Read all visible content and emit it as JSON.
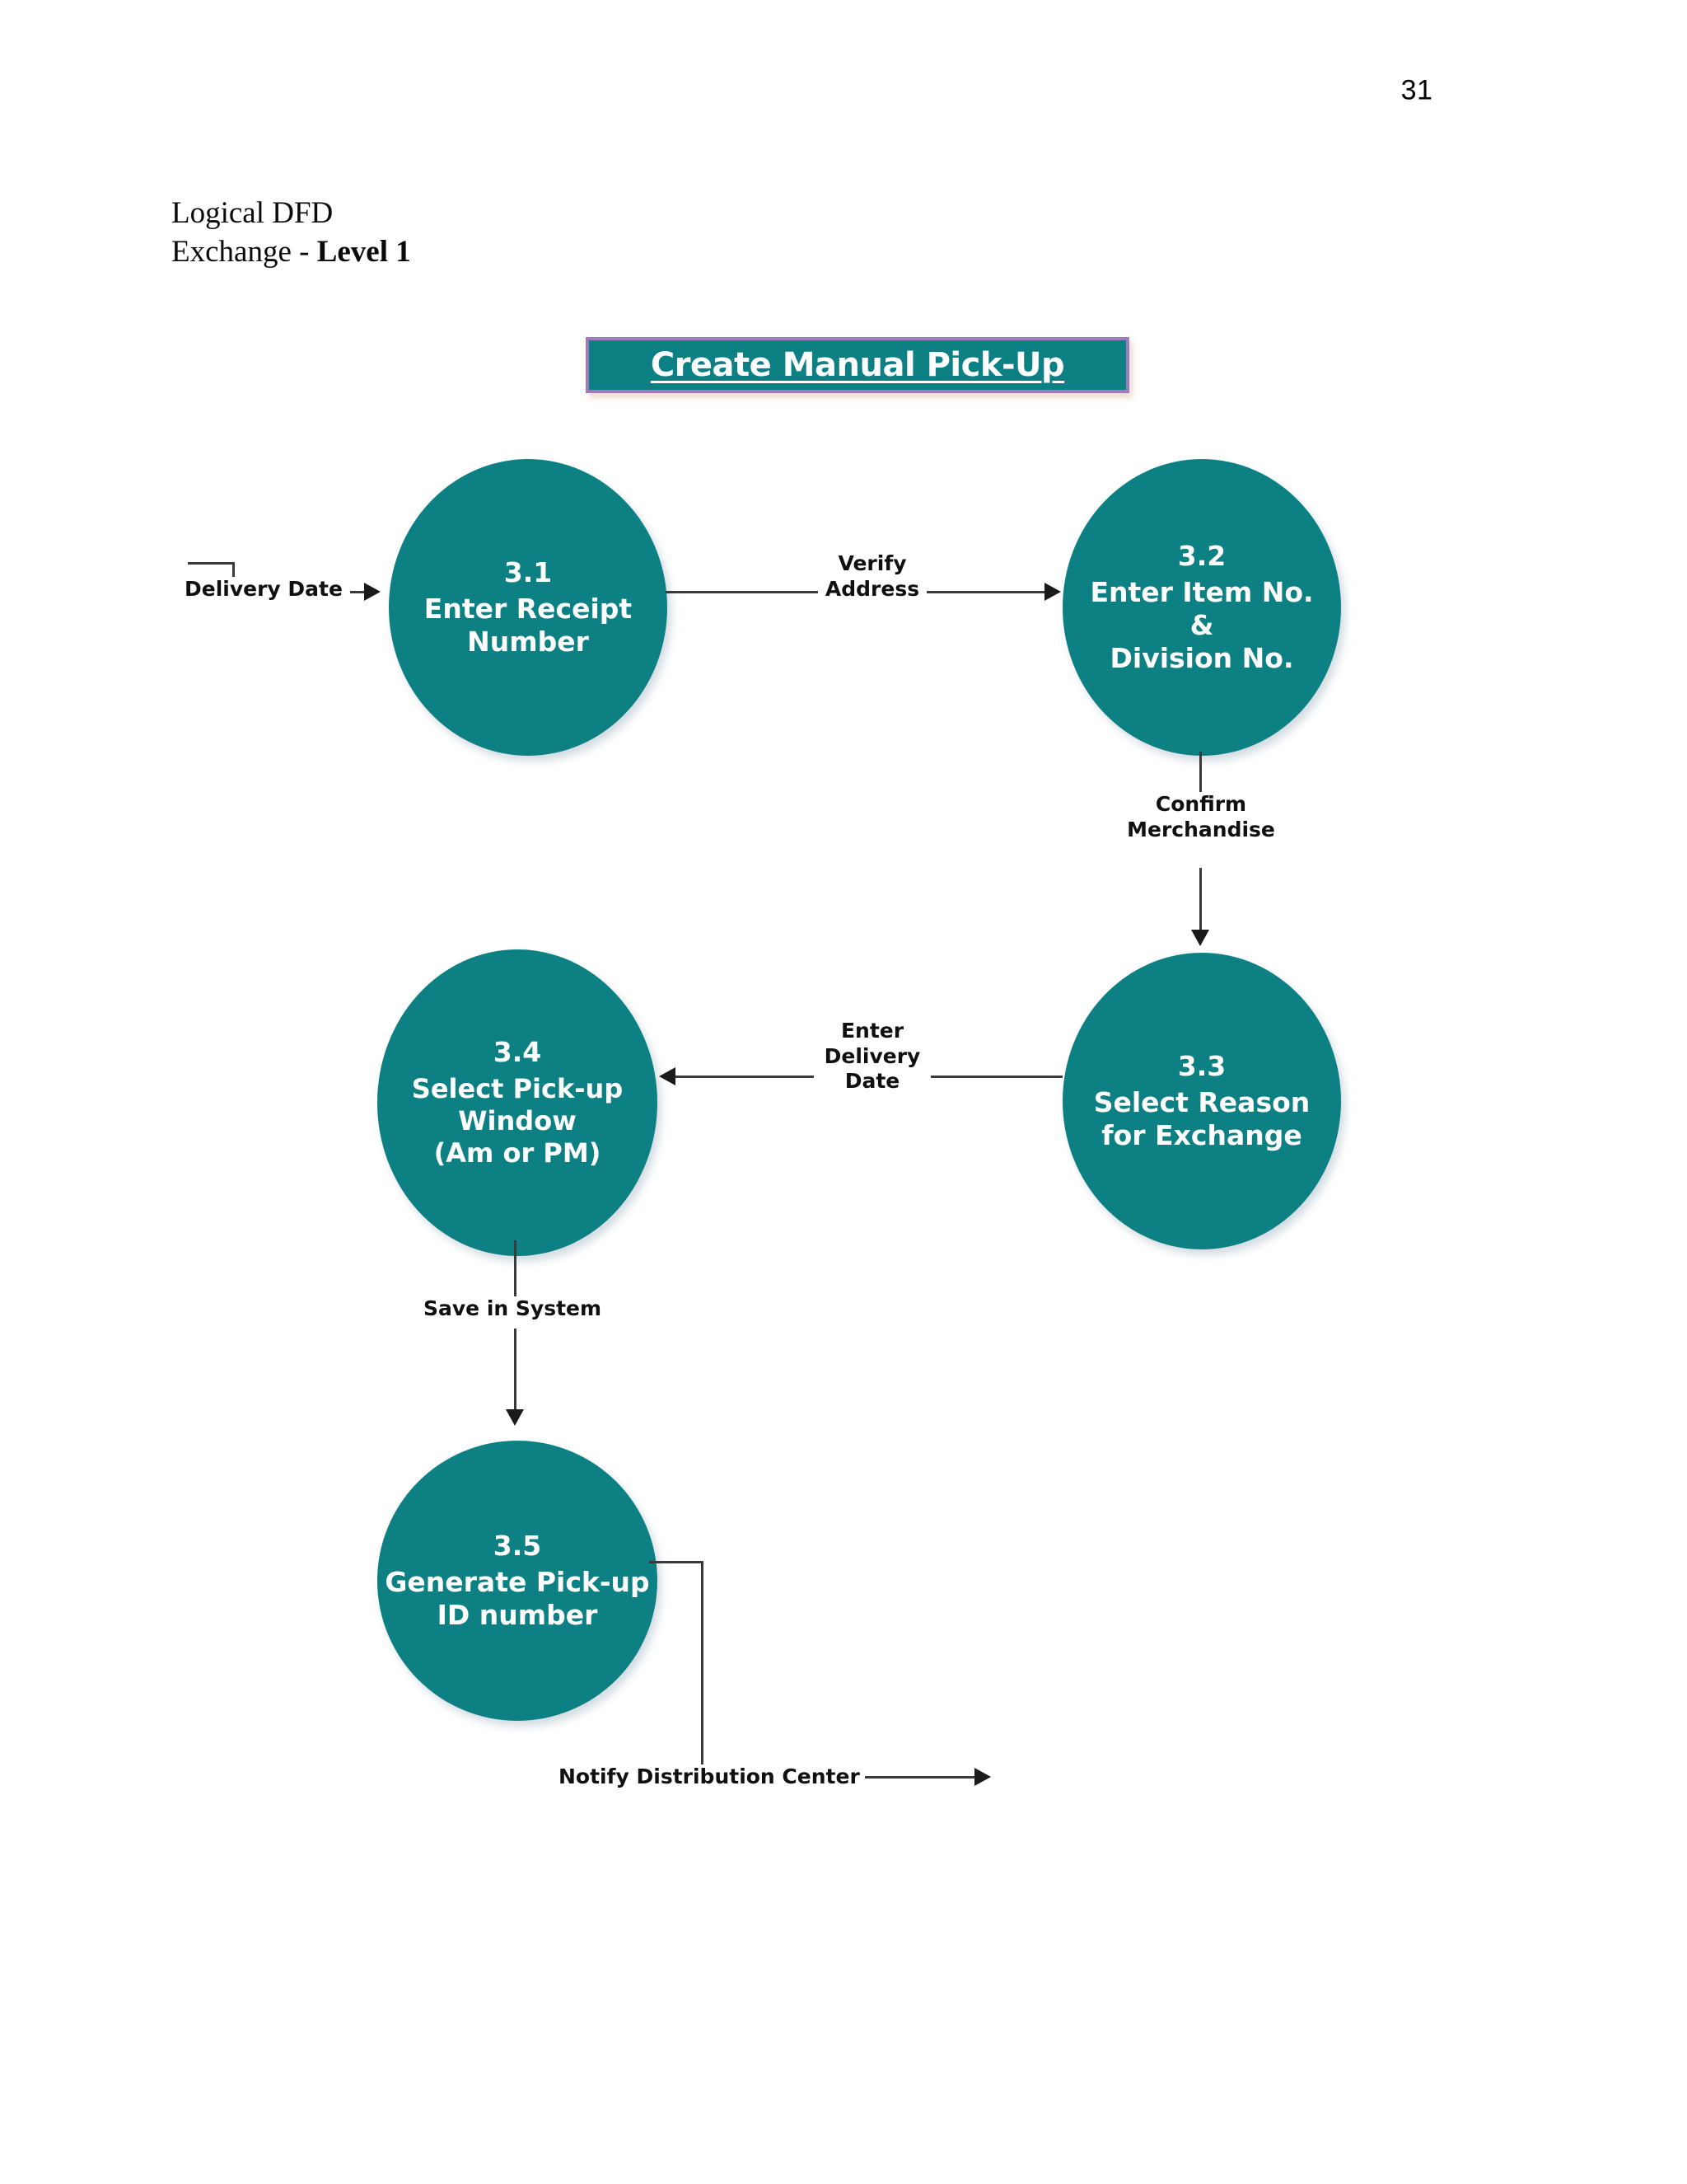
{
  "page": {
    "number": "31",
    "header_line1": "Logical DFD",
    "header_line2_prefix": "Exchange - ",
    "header_line2_bold": "Level 1"
  },
  "diagram": {
    "title": "Create Manual Pick-Up",
    "nodes": [
      {
        "id": "3.1",
        "label_lines": [
          "Enter Receipt",
          "Number"
        ],
        "line1": "Enter Receipt",
        "line2": "Number"
      },
      {
        "id": "3.2",
        "label_lines": [
          "Enter Item No.",
          "&",
          "Division No."
        ],
        "line1": "Enter Item No.",
        "line2": "&",
        "line3": "Division No."
      },
      {
        "id": "3.3",
        "label_lines": [
          "Select Reason",
          "for Exchange"
        ],
        "line1": "Select Reason",
        "line2": "for Exchange"
      },
      {
        "id": "3.4",
        "label_lines": [
          "Select Pick-up",
          "Window",
          "(Am or PM)"
        ],
        "line1": "Select Pick-up",
        "line2": "Window",
        "line3": "(Am or PM)"
      },
      {
        "id": "3.5",
        "label_lines": [
          "Generate Pick-up",
          "ID number"
        ],
        "line1": "Generate Pick-up",
        "line2": "ID number"
      }
    ],
    "flows": [
      {
        "name": "delivery-date",
        "label": "Delivery Date",
        "from": "external",
        "to": "3.1"
      },
      {
        "name": "verify-address",
        "line1": "Verify",
        "line2": "Address",
        "from": "3.1",
        "to": "3.2"
      },
      {
        "name": "confirm-merchandise",
        "line1": "Confirm",
        "line2": "Merchandise",
        "from": "3.2",
        "to": "3.3"
      },
      {
        "name": "enter-delivery-date",
        "line1": "Enter",
        "line2": "Delivery",
        "line3": "Date",
        "from": "3.3",
        "to": "3.4"
      },
      {
        "name": "save-in-system",
        "label": "Save in System",
        "from": "3.4",
        "to": "3.5"
      },
      {
        "name": "notify-distribution-center",
        "label": "Notify Distribution Center",
        "from": "3.5",
        "to": "external"
      }
    ],
    "colors": {
      "node_fill": "#0d8084",
      "node_text": "#ffffff",
      "banner_fill": "#0d8084",
      "banner_border": "#9d7bbd",
      "connector": "#3a3a3a",
      "label_text": "#11100e",
      "background": "#ffffff"
    }
  }
}
